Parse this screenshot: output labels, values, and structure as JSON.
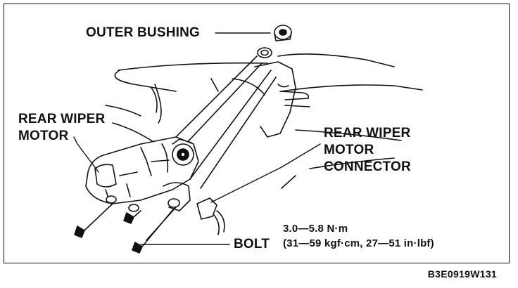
{
  "labels": {
    "outer_bushing": "OUTER BUSHING",
    "rear_wiper_motor": [
      "REAR WIPER",
      "MOTOR"
    ],
    "rear_wiper_motor_connector": [
      "REAR WIPER",
      "MOTOR",
      "CONNECTOR"
    ],
    "bolt": "BOLT",
    "torque_line1": "3.0—5.8 N·m",
    "torque_line2": "(31—59 kgf·cm, 27—51 in·lbf)"
  },
  "figure_code": "B3E0919W131"
}
